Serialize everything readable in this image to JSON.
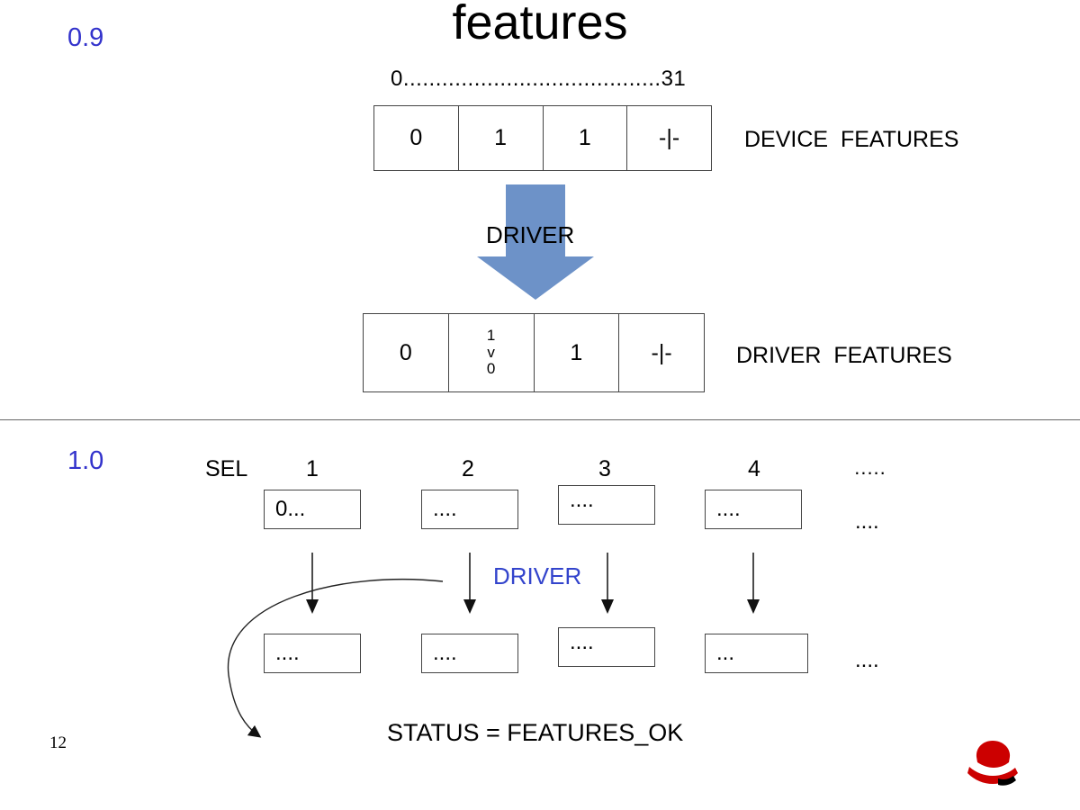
{
  "slide": {
    "title": "features",
    "page_number": "12",
    "section09": {
      "label": "0.9",
      "bit_range": "0........................................31",
      "device_row": [
        "0",
        "1",
        "1",
        "-|-"
      ],
      "device_label": "DEVICE  FEATURES",
      "driver_arrow_label": "DRIVER",
      "driver_row": [
        "0",
        "1\nv\n0",
        "1",
        "-|-"
      ],
      "driver_label": "DRIVER  FEATURES"
    },
    "section10": {
      "label": "1.0",
      "sel_label": "SEL",
      "col_headers": [
        "1",
        "2",
        "3",
        "4",
        "....."
      ],
      "top_row": [
        "0...",
        "....",
        "....",
        "...."
      ],
      "top_row_overflow": "....",
      "driver_label": "DRIVER",
      "bottom_row": [
        "....",
        "....",
        "....",
        "..."
      ],
      "bottom_row_overflow": "....",
      "status_text": "STATUS = FEATURES_OK"
    },
    "colors": {
      "accent_blue": "#3333cc",
      "arrow_fill": "#6d92c8",
      "logo_red": "#cc0000"
    }
  }
}
